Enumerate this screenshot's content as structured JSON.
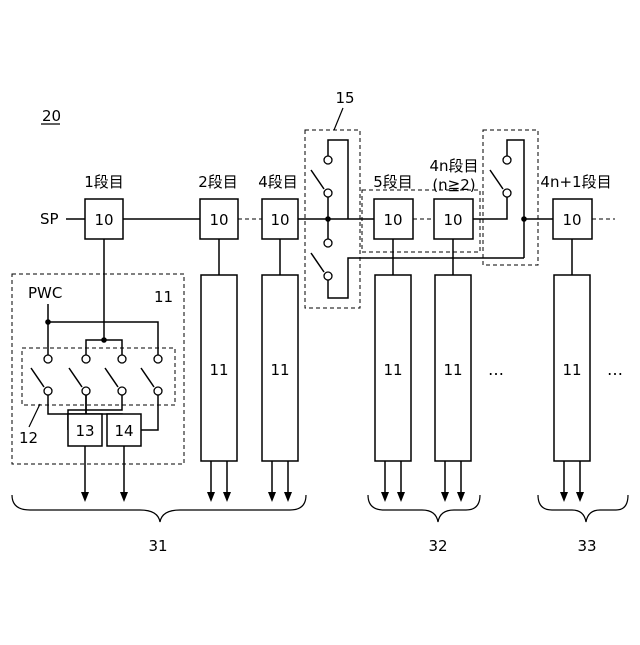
{
  "figure": {
    "ref": "20",
    "input_label": "SP",
    "pwc_label": "PWC",
    "stage_labels": [
      "1段目",
      "2段目",
      "4段目",
      "5段目",
      "4n段目",
      "(n≧2)",
      "4n+1段目"
    ],
    "stage_num": "10",
    "block_num": "11",
    "switch_group_num": "12",
    "unit13": "13",
    "unit14": "14",
    "switch15": "15",
    "ellipsis": "…",
    "group_labels": [
      "31",
      "32",
      "33"
    ]
  },
  "colors": {
    "line": "#000000",
    "background": "#ffffff"
  }
}
